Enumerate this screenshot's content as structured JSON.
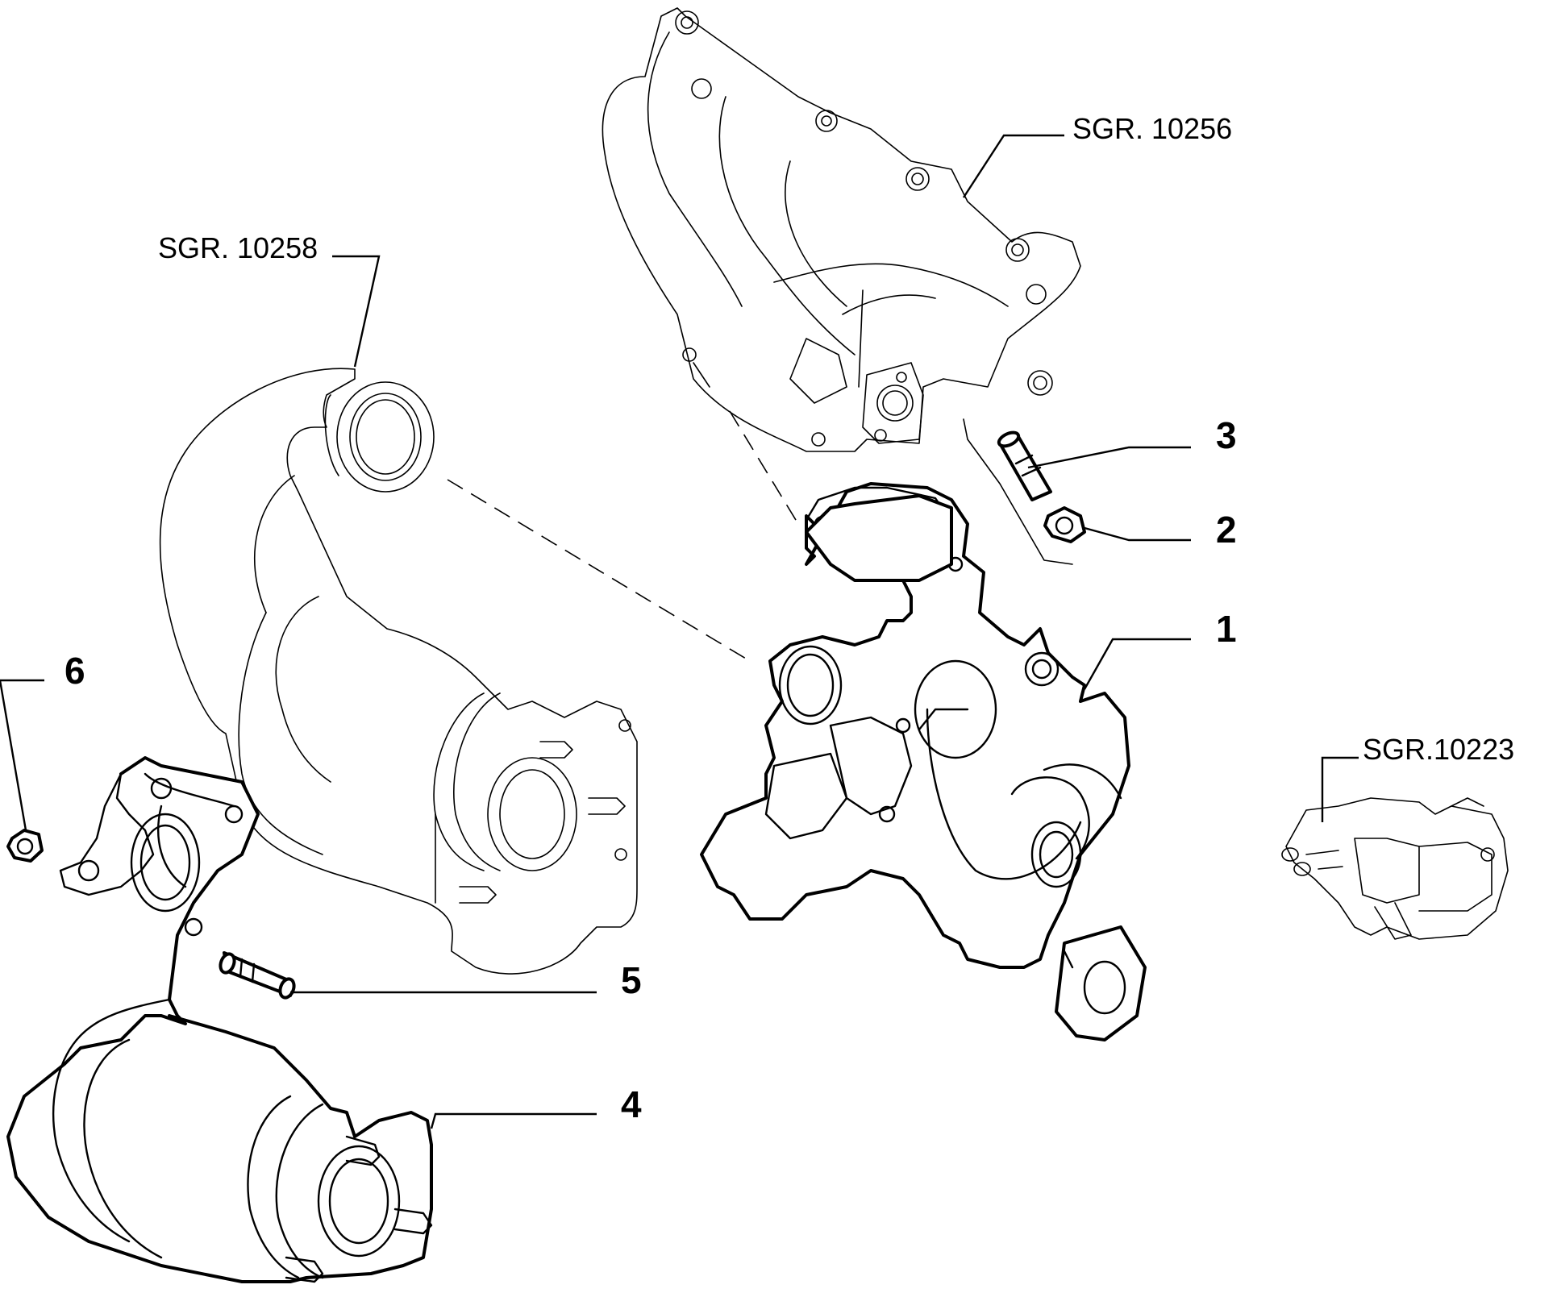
{
  "references": {
    "exhaust_manifold": "SGR. 10256",
    "catalytic_pipe": "SGR. 10258",
    "solenoid_valve": "SGR.10223"
  },
  "parts": [
    {
      "id": "turbocharger",
      "number": "1"
    },
    {
      "id": "nut",
      "number": "2"
    },
    {
      "id": "stud",
      "number": "3"
    },
    {
      "id": "catalytic-converter",
      "number": "4"
    },
    {
      "id": "stud-lower",
      "number": "5"
    },
    {
      "id": "nut-left",
      "number": "6"
    }
  ]
}
